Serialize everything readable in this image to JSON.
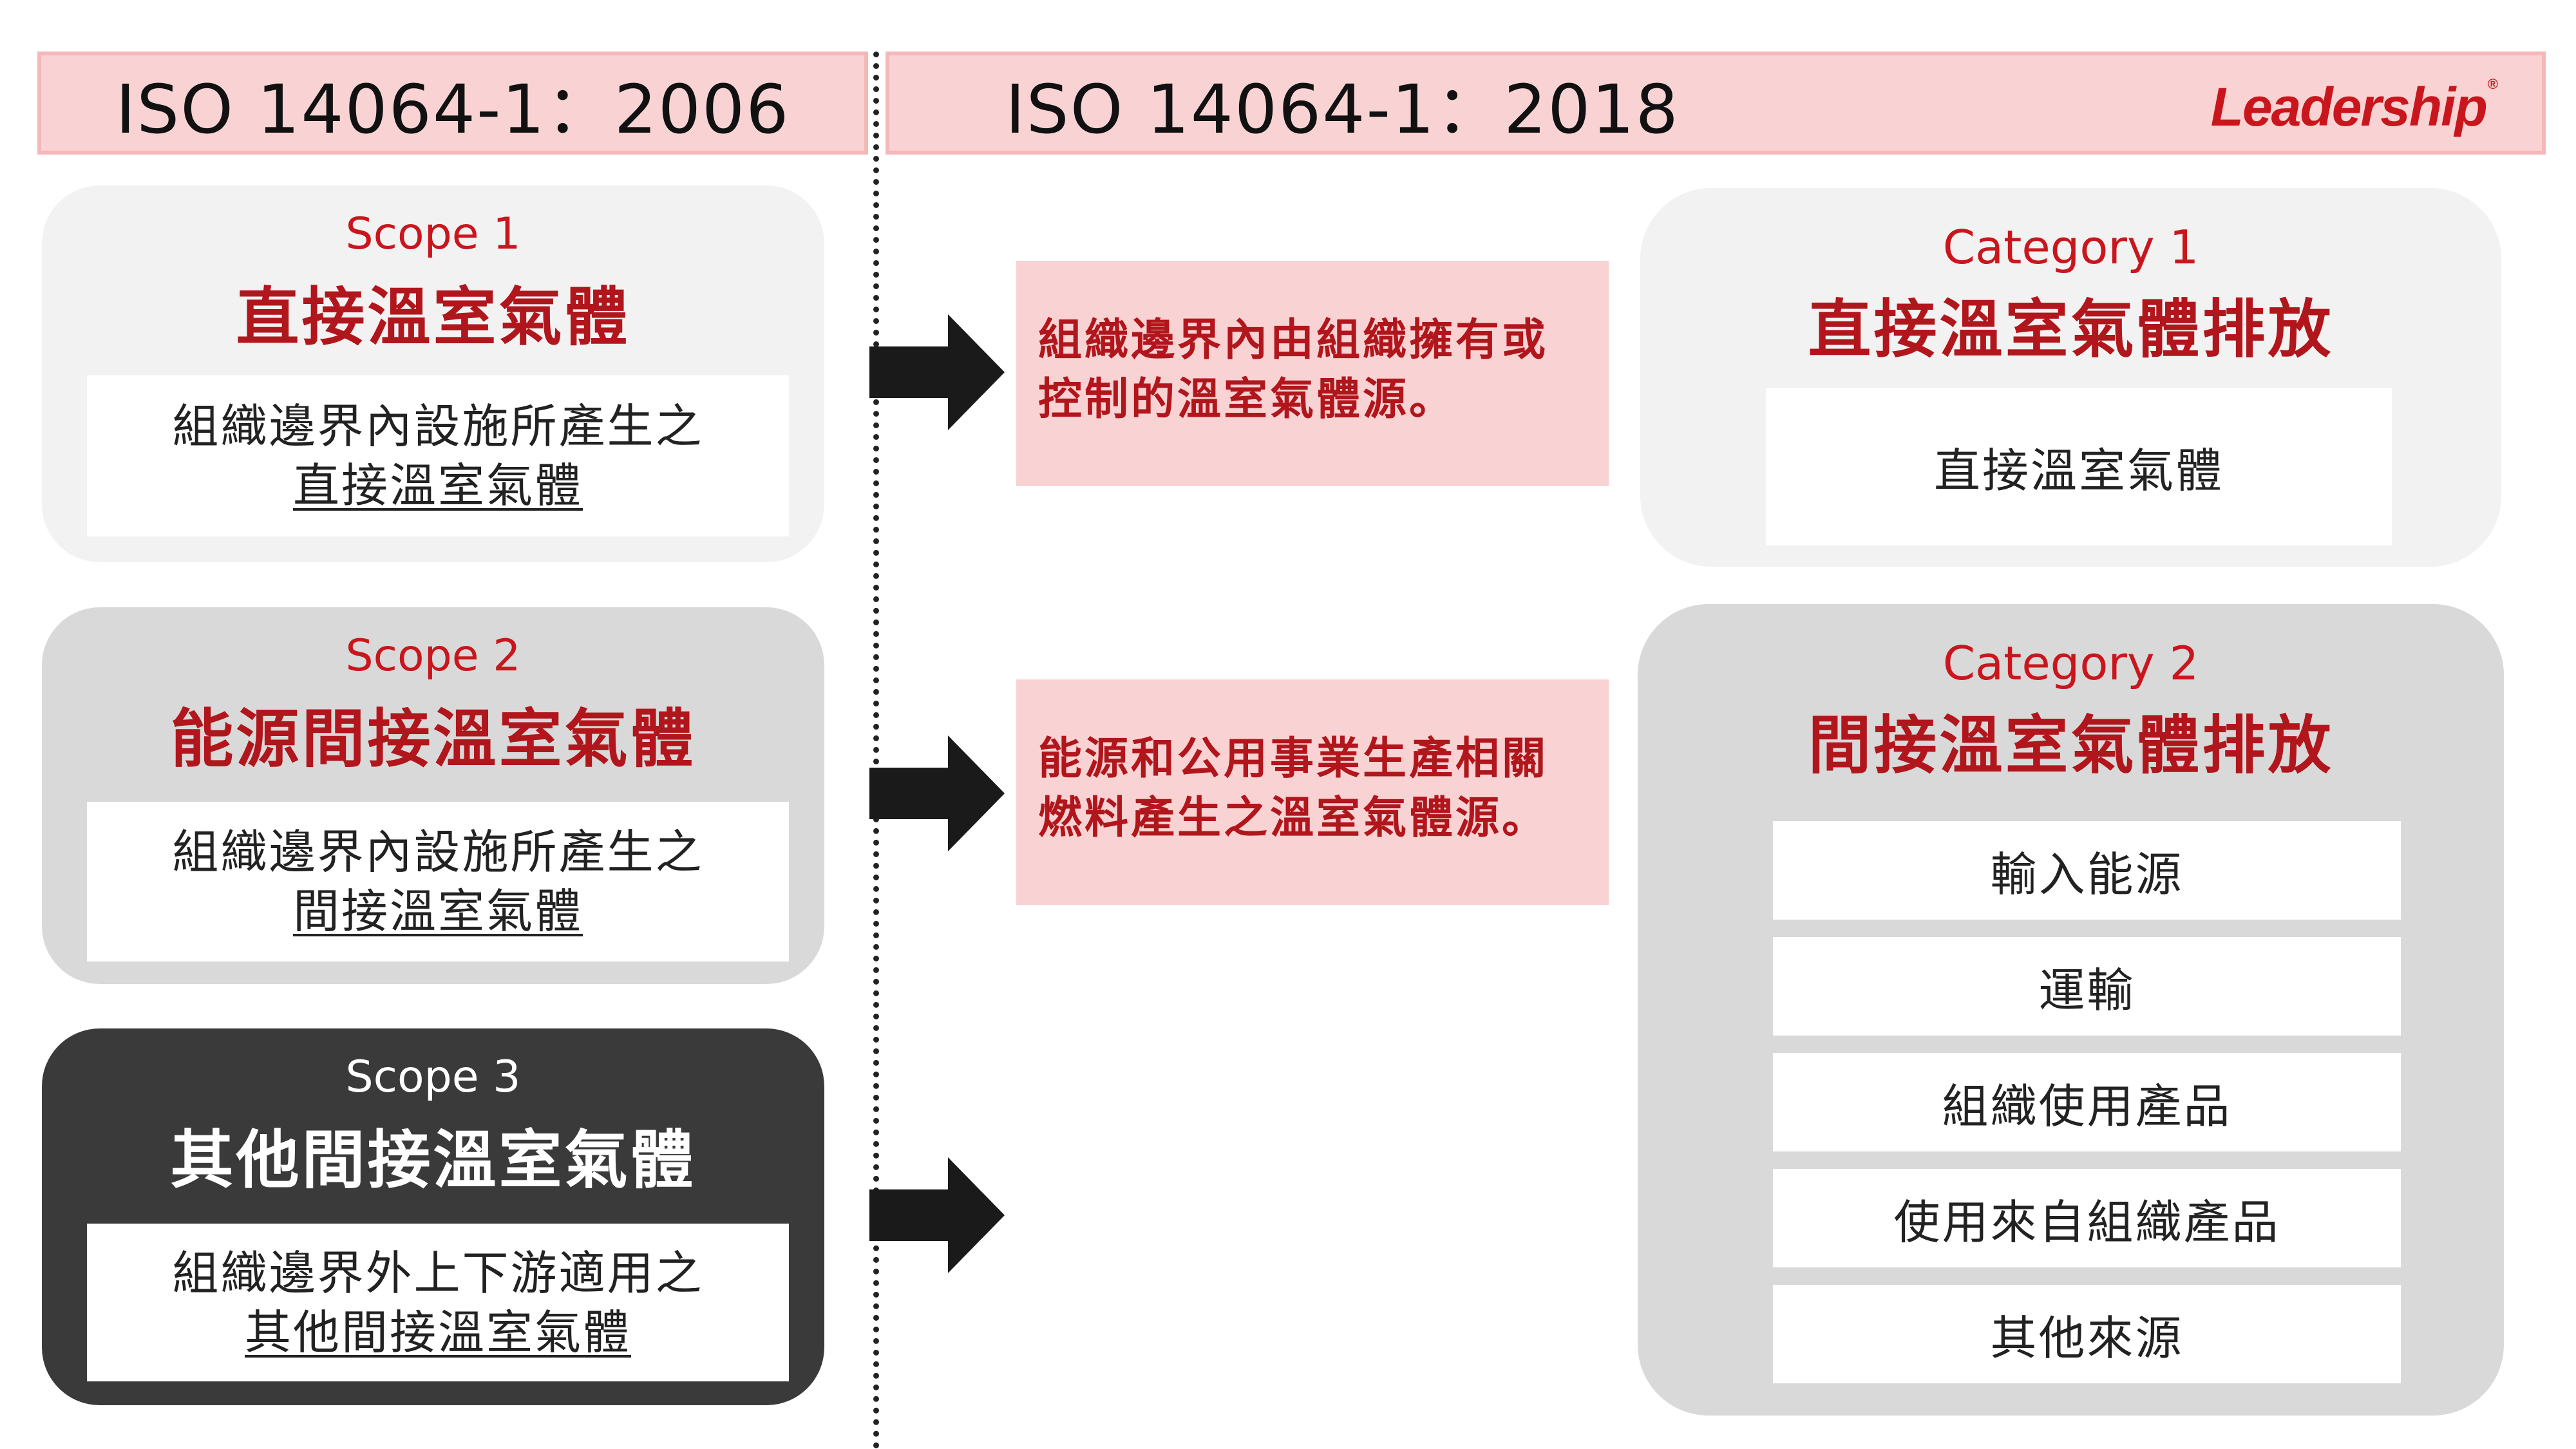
{
  "header": {
    "left_title": "ISO 14064-1：2006",
    "right_title": "ISO 14064-1：2018",
    "logo_text": "Leadership",
    "logo_mark": "®"
  },
  "scopes": [
    {
      "label": "Scope 1",
      "title": "直接溫室氣體",
      "desc_line1": "組織邊界內設施所產生之",
      "desc_line2": "直接溫室氣體",
      "style": "light"
    },
    {
      "label": "Scope 2",
      "title": "能源間接溫室氣體",
      "desc_line1": "組織邊界內設施所產生之",
      "desc_line2": "間接溫室氣體",
      "style": "mid"
    },
    {
      "label": "Scope 3",
      "title": "其他間接溫室氣體",
      "desc_line1": "組織邊界外上下游適用之",
      "desc_line2": "其他間接溫室氣體",
      "style": "dark"
    }
  ],
  "definitions": [
    {
      "line1": "組織邊界內由組織擁有或",
      "line2": "控制的溫室氣體源。"
    },
    {
      "line1": "能源和公用事業生產相關",
      "line2": "燃料產生之溫室氣體源。"
    }
  ],
  "categories": [
    {
      "label": "Category 1",
      "title": "直接溫室氣體排放",
      "items": [
        "直接溫室氣體"
      ]
    },
    {
      "label": "Category 2",
      "title": "間接溫室氣體排放",
      "items": [
        "輸入能源",
        "運輸",
        "組織使用產品",
        "使用來自組織產品",
        "其他來源"
      ]
    }
  ],
  "colors": {
    "accent_red": "#b1161c",
    "header_pink": "#f9d3d3",
    "box_light": "#f2f2f2",
    "box_mid": "#d9d9d9",
    "box_dark": "#3a3a3a",
    "arrow": "#1a1a1a"
  },
  "icons": {
    "arrow": "arrow-right-icon"
  }
}
